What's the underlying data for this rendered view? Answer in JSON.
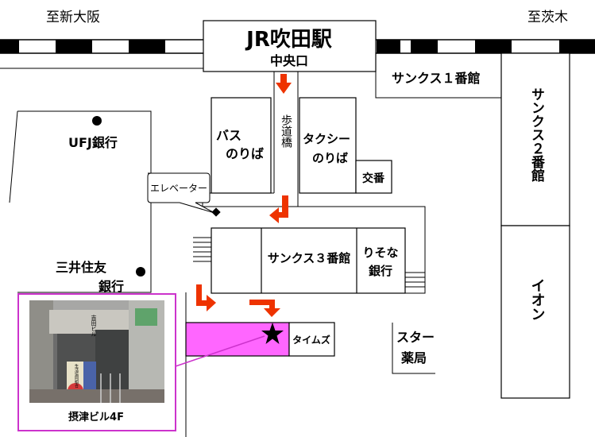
{
  "directions": {
    "left": "至新大阪",
    "right": "至茨木"
  },
  "station": {
    "name": "JR吹田駅",
    "exit": "中央口"
  },
  "walkway": "歩道橋",
  "places": {
    "suncus1": "サンクス１番館",
    "suncus2": "サンクス２番館",
    "suncus3": "サンクス３番館",
    "aeon": "イオン",
    "bus": [
      "バス",
      "のりば"
    ],
    "taxi": [
      "タクシー",
      "のりば"
    ],
    "koban": "交番",
    "ufj": "UFJ銀行",
    "mitsui": [
      "三井住友",
      "銀行"
    ],
    "resona": [
      "りそな",
      "銀行"
    ],
    "times": "タイムズ",
    "star": [
      "スター",
      "薬局"
    ]
  },
  "elevator_label": "エレベーター",
  "photo": {
    "caption": "摂津ビル4F",
    "sign_text": "吉田ビル",
    "banner_text": "生活協同組合"
  },
  "colors": {
    "accent_arrow": "#ee3300",
    "highlight": "#ff66ff",
    "frame": "#cc33cc",
    "track": "#000000"
  },
  "icons": {
    "destination": "star-marker-icon",
    "direction": "arrow-icon"
  }
}
